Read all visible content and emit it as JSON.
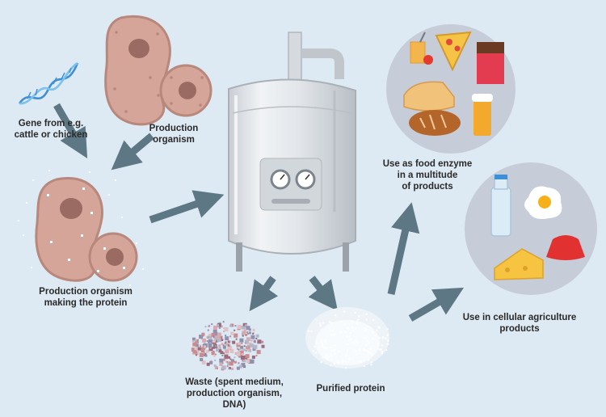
{
  "labels": {
    "gene": "Gene from e.g.\ncattle or chicken",
    "production_organism": "Production\norganism",
    "making_protein": "Production organism\nmaking the protein",
    "food_enzyme": "Use as food enzyme\nin a multitude\nof products",
    "cellular_agriculture": "Use in cellular agriculture\nproducts",
    "waste": "Waste (spent medium,\nproduction organism,\nDNA)",
    "purified_protein": "Purified protein"
  },
  "colors": {
    "background": "#dde9f3",
    "arrow": "#5d7884",
    "cell_fill": "#d4a598",
    "cell_outline": "#b7887b",
    "nucleus": "#9a6b63",
    "dna": "#3d8fd6",
    "tank": "#e4e8ec",
    "product_circle": "#c6ccd8"
  }
}
